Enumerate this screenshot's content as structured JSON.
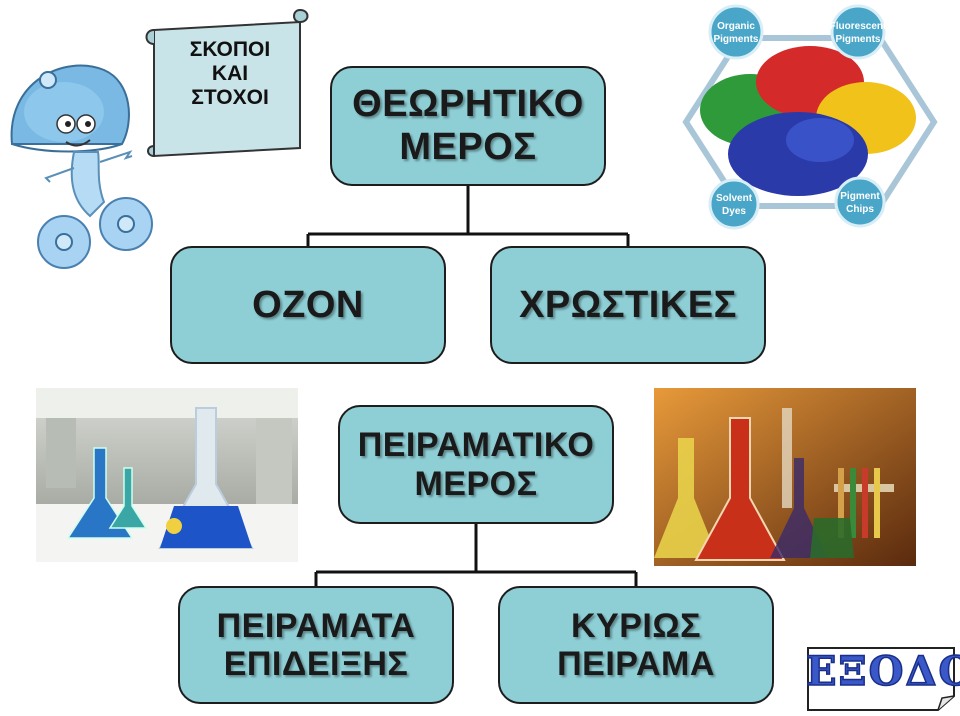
{
  "scroll": {
    "line1": "ΣΚΟΠΟΙ",
    "line2": "ΚΑΙ",
    "line3": "ΣΤΟΧΟΙ"
  },
  "nodes": {
    "theory": {
      "line1": "ΘΕΩΡΗΤΙΚΟ",
      "line2": "ΜΕΡΟΣ"
    },
    "ozone": {
      "line1": "ΟΖΟΝ"
    },
    "dyes": {
      "line1": "ΧΡΩΣΤΙΚΕΣ"
    },
    "experimental": {
      "line1": "ΠΕΙΡΑΜΑΤΙΚΟ",
      "line2": "ΜΕΡΟΣ"
    },
    "demos": {
      "line1": "ΠΕΙΡΑΜΑΤΑ",
      "line2": "ΕΠΙΔΕΙΞΗΣ"
    },
    "main_experiment": {
      "line1": "ΚΥΡΙΩΣ",
      "line2": "ΠΕΙΡΑΜΑ"
    }
  },
  "pigments_image": {
    "labels": {
      "organic_1": "Organic",
      "organic_2": "Pigments",
      "fluorescent_1": "Fluorescent",
      "fluorescent_2": "Pigments",
      "solvent_1": "Solvent",
      "solvent_2": "Dyes",
      "chips_1": "Pigment",
      "chips_2": "Chips"
    }
  },
  "exit_button": {
    "label": "ΕΞΟΔΟΣ"
  },
  "colors": {
    "node_fill": "#8ecfd6",
    "node_border": "#1d1d1d",
    "exit_text": "#3a58c8"
  }
}
